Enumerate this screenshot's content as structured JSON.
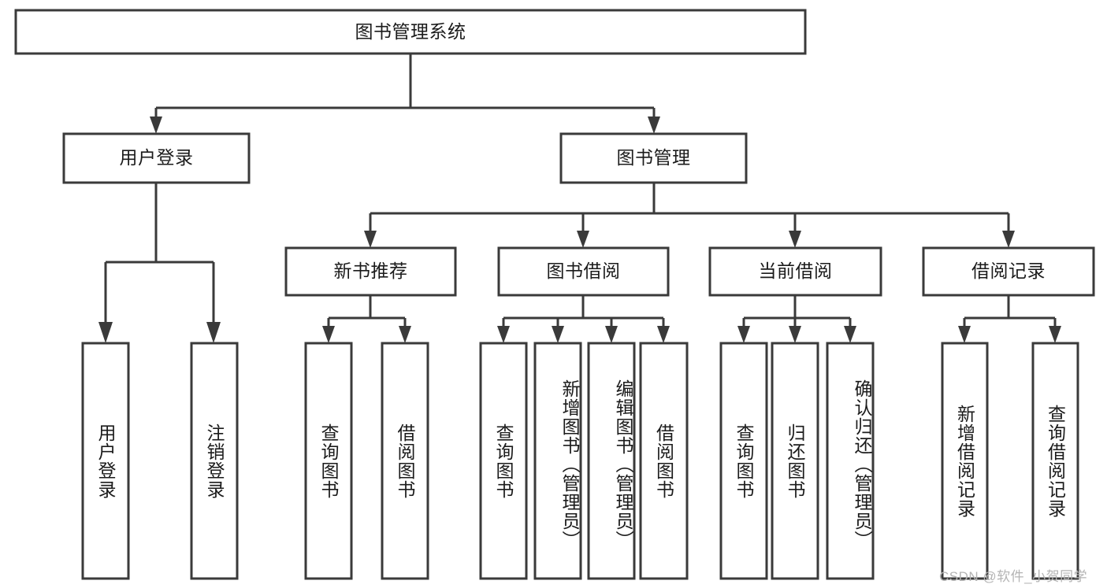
{
  "diagram": {
    "type": "tree-hierarchy-chart",
    "title": "图书管理系统",
    "colors": {
      "stroke": "#3a3a3a",
      "box_fill": "#ffffff",
      "text": "#1b1b1b",
      "background": "#ffffff",
      "watermark": "#b4b4b4"
    },
    "root": {
      "label": "图书管理系统",
      "orientation": "horizontal"
    },
    "level2": [
      {
        "label": "用户登录",
        "orientation": "horizontal"
      },
      {
        "label": "图书管理",
        "orientation": "horizontal"
      }
    ],
    "level3": [
      {
        "label": "新书推荐",
        "orientation": "horizontal",
        "parent": "图书管理"
      },
      {
        "label": "图书借阅",
        "orientation": "horizontal",
        "parent": "图书管理"
      },
      {
        "label": "当前借阅",
        "orientation": "horizontal",
        "parent": "图书管理"
      },
      {
        "label": "借阅记录",
        "orientation": "horizontal",
        "parent": "图书管理"
      }
    ],
    "leaves": {
      "user_login": [
        {
          "label": "用户登录",
          "orientation": "vertical"
        },
        {
          "label": "注销登录",
          "orientation": "vertical"
        }
      ],
      "new_book_recommend": [
        {
          "label": "查询图书",
          "orientation": "vertical"
        },
        {
          "label": "借阅图书",
          "orientation": "vertical"
        }
      ],
      "book_borrow": [
        {
          "label": "查询图书",
          "orientation": "vertical"
        },
        {
          "label": "新增图书（管理员）",
          "orientation": "vertical"
        },
        {
          "label": "编辑图书（管理员）",
          "orientation": "vertical"
        },
        {
          "label": "借阅图书",
          "orientation": "vertical"
        }
      ],
      "current_borrow": [
        {
          "label": "查询图书",
          "orientation": "vertical"
        },
        {
          "label": "归还图书",
          "orientation": "vertical"
        },
        {
          "label": "确认归还（管理员）",
          "orientation": "vertical"
        }
      ],
      "borrow_record": [
        {
          "label": "新增借阅记录",
          "orientation": "vertical"
        },
        {
          "label": "查询借阅记录",
          "orientation": "vertical"
        }
      ]
    },
    "watermark": "CSDN @软件_小贺同学"
  }
}
